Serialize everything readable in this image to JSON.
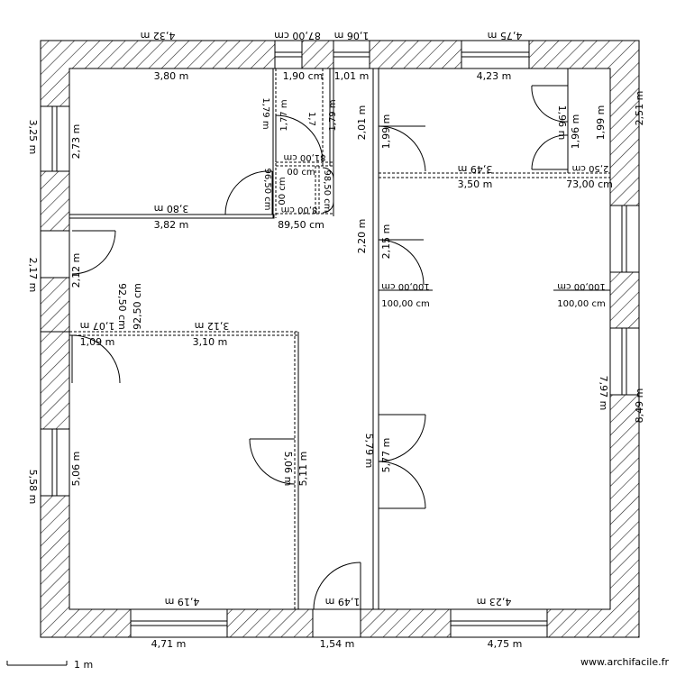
{
  "plan": {
    "scale_label": "1 m",
    "watermark": "www.archifacile.fr",
    "outer_dims": {
      "top_1": "4,32 m",
      "top_2": "87,00 cm",
      "top_3": "1,06 m",
      "top_4": "4,75 m",
      "bottom_1": "4,71 m",
      "bottom_2": "1,54 m",
      "bottom_3": "4,75 m",
      "left_1": "3,25 m",
      "left_2": "2,17 m",
      "left_3": "5,58 m",
      "right_1": "2,51 m",
      "right_2": "8,49 m"
    },
    "room_dims": {
      "r1_top": "3,80 m",
      "r1_bottom_in": "3,80 m",
      "r1_bottom_out": "3,82 m",
      "r1_height": "2,73 m",
      "wc_width": "1,90 cm",
      "wc_width_b": "1,01 m",
      "wc_h1": "1,79 m",
      "wc_h2": "1,77 m",
      "wc_h3": "1,7",
      "wc_h4": "1,79 m",
      "small_a": "81,00 cm",
      "small_b": "00 cm",
      "small_c": "98,50 cm",
      "small_d": "96,50 cm",
      "small_e": "00 cm",
      "small_f": "89,50 cm",
      "small_g": "8,00 cm",
      "r3_top": "4,23 m",
      "r3_h_left": "2,01 m",
      "r3_h_in": "1,99 m",
      "r3_h_b": "1,96 m",
      "r3_h_c": "1,99 m",
      "r3_bottom_a": "3,49 m",
      "r3_bottom_b": "3,50 m",
      "r3_c1": "2,50 cm",
      "r3_c2": "73,00 cm",
      "hall_h": "2,20 m",
      "hall_h_in": "2,15 m",
      "corr_h": "2,12 m",
      "corr_w": "92,50 cm",
      "door_w1": "100,00 cm",
      "door_w2": "100,00 cm",
      "door_w3": "100,00 cm",
      "door_w4": "100,00 cm",
      "r4_top_a": "3,12 m",
      "r4_top_b": "3,10 m",
      "r4_small_a": "1,07 m",
      "r4_small_b": "1,09 m",
      "r4_h_a": "5,06 m",
      "r4_h_b": "5,06 m",
      "r4_h_c": "5,11 m",
      "r4_bottom": "4,19 m",
      "corr2_h_a": "5,79 m",
      "corr2_h_b": "5,77 m",
      "entry_w": "1,49 m",
      "r5_h_a": "7,97 m",
      "r5_bottom": "4,23 m"
    }
  }
}
